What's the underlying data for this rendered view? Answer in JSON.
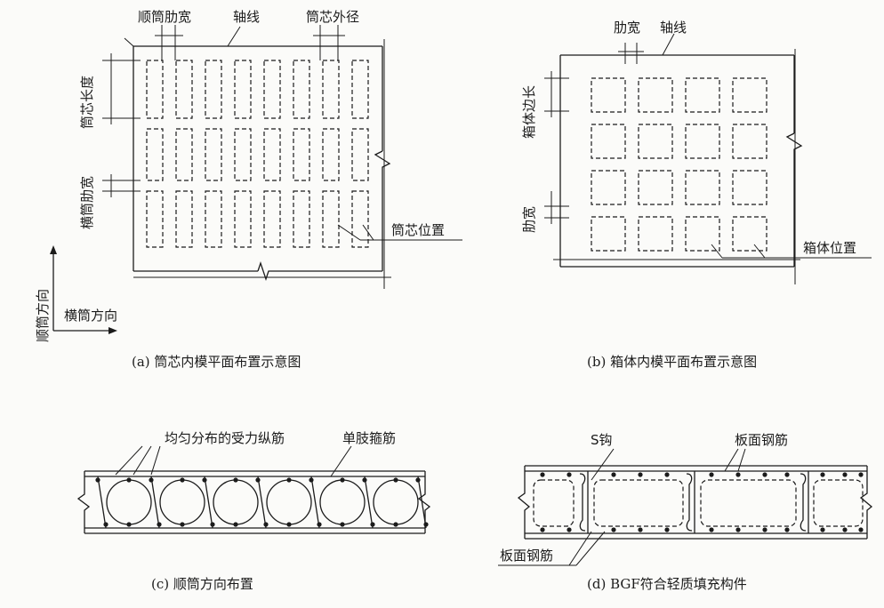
{
  "panel_a": {
    "label_rib_width": "顺筒肋宽",
    "label_axis": "轴线",
    "label_core_outer_diameter": "筒芯外径",
    "label_core_length": "筒芯长度",
    "label_cross_rib_width": "横筒肋宽",
    "label_core_position": "筒芯位置",
    "label_along_tube": "顺筒方向",
    "label_cross_tube": "横筒方向",
    "caption": "(a) 筒芯内模平面布置示意图"
  },
  "panel_b": {
    "label_rib_width": "肋宽",
    "label_axis": "轴线",
    "label_box_side": "箱体边长",
    "label_rib_width_left": "肋宽",
    "label_box_position": "箱体位置",
    "caption": "(b) 箱体内模平面布置示意图"
  },
  "panel_c": {
    "label_longitudinal_bars": "均匀分布的受力纵筋",
    "label_single_stirrup": "单肢箍筋",
    "caption": "(c) 顺筒方向布置"
  },
  "panel_d": {
    "label_s_hook": "S钩",
    "label_top_bars": "板面钢筋",
    "label_bottom_bars": "板面钢筋",
    "caption": "(d) BGF符合轻质填充构件"
  }
}
